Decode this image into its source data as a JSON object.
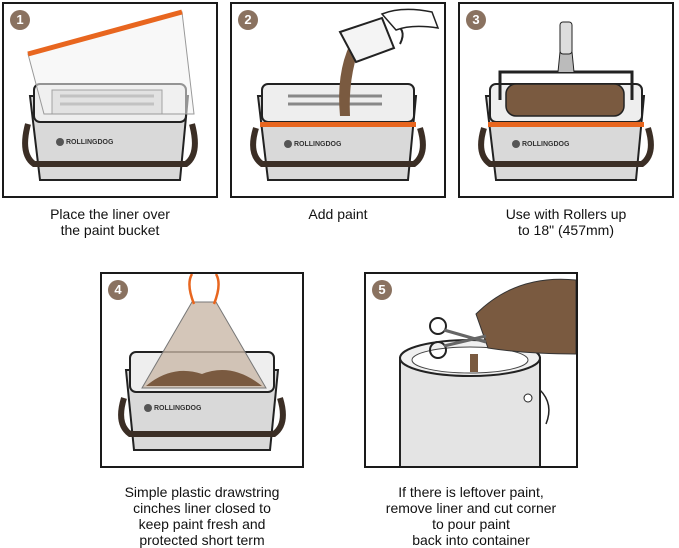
{
  "steps": [
    {
      "number": "1",
      "caption": "Place the liner over\nthe paint bucket"
    },
    {
      "number": "2",
      "caption": "Add paint"
    },
    {
      "number": "3",
      "caption": "Use with Rollers up\nto 18\" (457mm)"
    },
    {
      "number": "4",
      "caption": "Simple plastic drawstring\ncinches liner closed to\nkeep paint fresh and\nprotected short term"
    },
    {
      "number": "5",
      "caption": "If there is leftover paint,\nremove liner and cut corner\nto pour paint\nback into container"
    }
  ],
  "brand": "ROLLINGDOG",
  "colors": {
    "accent": "#e8661f",
    "paint": "#7a5a40",
    "badge": "#8a7260",
    "bucket": "#d9d9d9"
  }
}
